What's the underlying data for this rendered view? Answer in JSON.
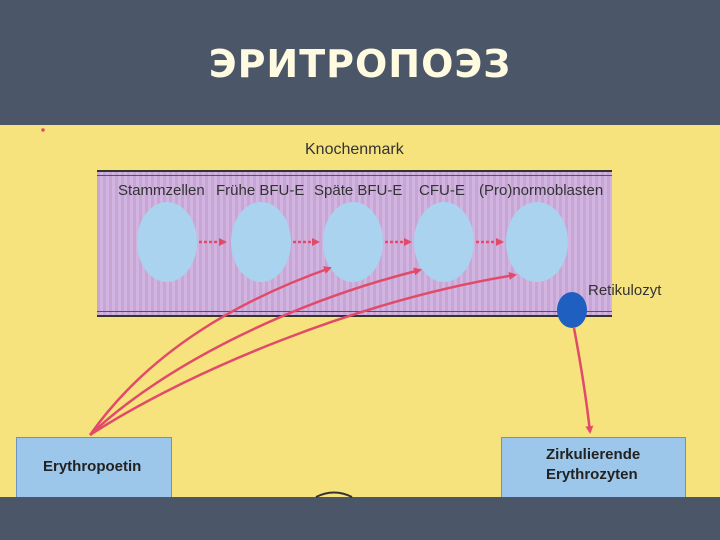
{
  "title": "ЭРИТРОПОЭЗ",
  "diagram": {
    "bone_marrow_label": "Knochenmark",
    "stages": [
      "Stammzellen",
      "Frühe BFU-E",
      "Späte BFU-E",
      "CFU-E",
      "(Pro)normoblasten"
    ],
    "reticulocyte_label": "Retikulozyt",
    "erythropoietin_label": "Erythropoetin",
    "circulating_label_line1": "Zirkulierende",
    "circulating_label_line2": "Erythrozyten",
    "colors": {
      "cell": "#a9d3ef",
      "reticulocyte": "#1f5fbf",
      "arrow": "#e24a6a",
      "marrow": "#c9a8d8",
      "background": "#f6e37d",
      "slide_background": "#4b5668"
    }
  }
}
